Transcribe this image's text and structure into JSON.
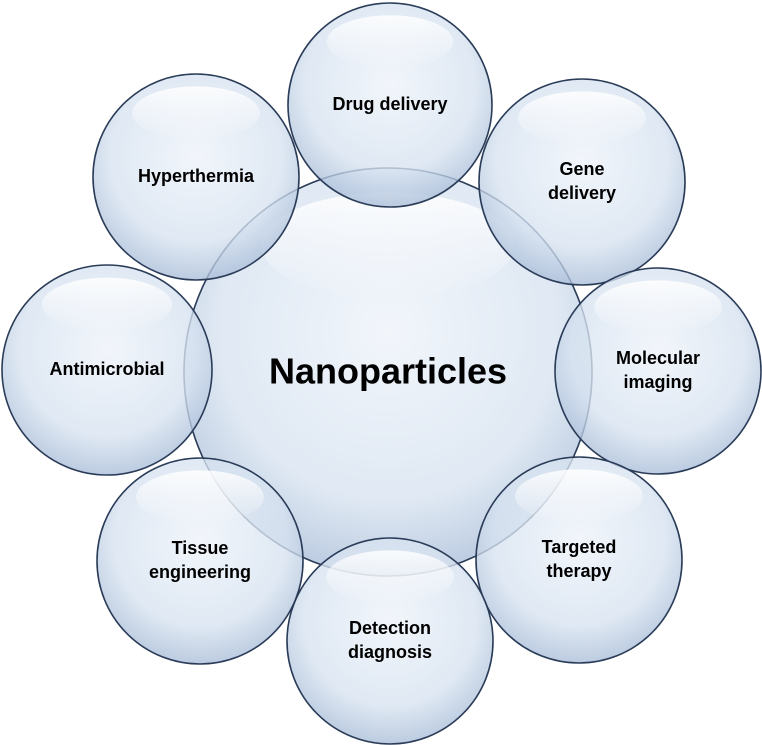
{
  "diagram": {
    "center": {
      "label": "Nanoparticles"
    },
    "satellites": [
      {
        "id": "drug-delivery",
        "lines": [
          "Drug delivery"
        ]
      },
      {
        "id": "gene-delivery",
        "lines": [
          "Gene",
          "delivery"
        ]
      },
      {
        "id": "molecular-imaging",
        "lines": [
          "Molecular",
          "imaging"
        ]
      },
      {
        "id": "targeted-therapy",
        "lines": [
          "Targeted",
          "therapy"
        ]
      },
      {
        "id": "detection-diagnosis",
        "lines": [
          "Detection",
          "diagnosis"
        ]
      },
      {
        "id": "tissue-engineering",
        "lines": [
          "Tissue",
          "engineering"
        ]
      },
      {
        "id": "antimicrobial",
        "lines": [
          "Antimicrobial"
        ]
      },
      {
        "id": "hyperthermia",
        "lines": [
          "Hyperthermia"
        ]
      }
    ],
    "colors": {
      "bubble_light": "#e6eef7",
      "bubble_mid": "#c5d5e8",
      "bubble_edge": "#8ea6c6",
      "stroke": "#2a3c58",
      "overlap": "#9fb3cf"
    }
  }
}
